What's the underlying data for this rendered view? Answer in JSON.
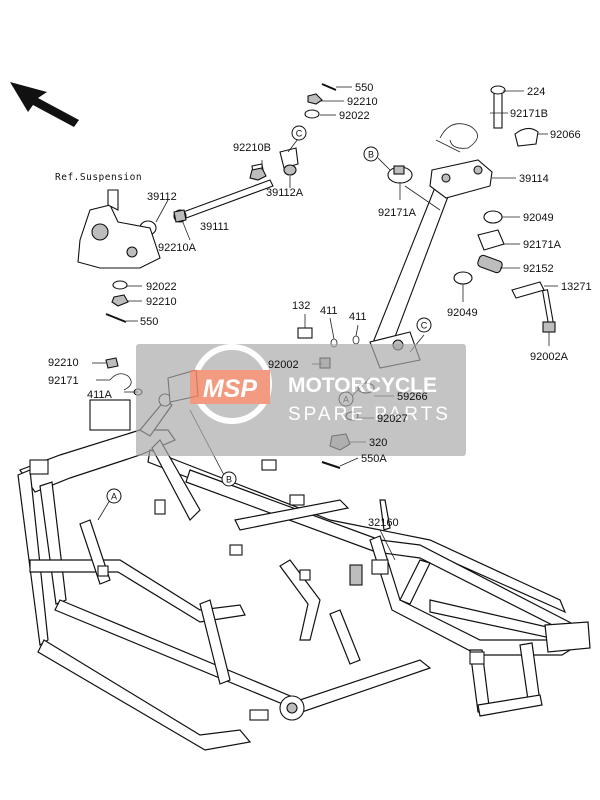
{
  "diagram": {
    "labels": {
      "l550_top": "550",
      "l92210_top": "92210",
      "l92022_top": "92022",
      "l224": "224",
      "l92171B": "92171B",
      "l92066": "92066",
      "l92210B": "92210B",
      "l39112A": "39112A",
      "l39114": "39114",
      "l92171A_left": "92171A",
      "l39112": "39112",
      "l39111": "39111",
      "l92210A": "92210A",
      "l92049_top": "92049",
      "l92171A_right": "92171A",
      "l92152": "92152",
      "l13271": "13271",
      "l92022_mid": "92022",
      "l92210_mid": "92210",
      "l550_mid": "550",
      "l132": "132",
      "l411_a": "411",
      "l411_b": "411",
      "l92049_low": "92049",
      "l92002A": "92002A",
      "l92210_left": "92210",
      "l92171": "92171",
      "l411A": "411A",
      "l92002": "92002",
      "l59266": "59266",
      "l92027": "92027",
      "l320": "320",
      "l550A": "550A",
      "l32160": "32160"
    },
    "ref_suspension": "Ref.Suspension",
    "callouts": {
      "c_top": "C",
      "b_top": "B",
      "c_mid": "C",
      "a_mid": "A",
      "b_low": "B",
      "a_low": "A"
    }
  },
  "watermark": {
    "logo": "MSP",
    "line1": "MOTORCYCLE",
    "line2": "SPARE PARTS",
    "panel_color": "#a9a9a9",
    "logo_color": "#f08a6c"
  },
  "icons": {
    "direction": "direction-arrow-icon"
  }
}
